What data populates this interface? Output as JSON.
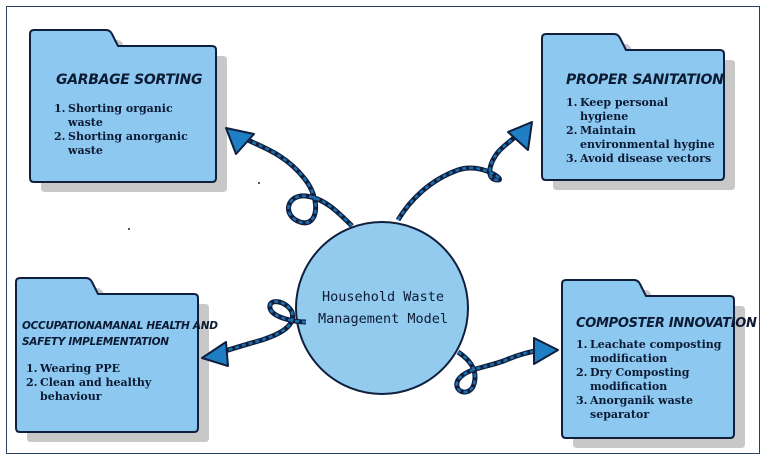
{
  "center": {
    "line1": "Household Waste",
    "line2": "Management Model"
  },
  "folders": [
    {
      "title": "Garbage Sorting",
      "items": [
        "Shorting organic waste",
        "Shorting anorganic waste"
      ]
    },
    {
      "title": "Proper Sanitation",
      "items": [
        "Keep personal hygiene",
        "Maintain environmental hygine",
        "Avoid disease vectors"
      ]
    },
    {
      "title_line1": "Occupationamanal Health and",
      "title_line2": "Safety Implementation",
      "items": [
        "Wearing PPE",
        "Clean and healthy behaviour"
      ]
    },
    {
      "title": "Composter Innovation",
      "items": [
        "Leachate composting modification",
        "Dry Composting modification",
        "Anorganik waste separator"
      ]
    }
  ],
  "colors": {
    "folder_fill": "#8cc8ef",
    "circle_fill": "#93cbee",
    "outline": "#0f1f3d",
    "arrow": "#1e6fb0",
    "shadow": "#c8c8c8"
  }
}
